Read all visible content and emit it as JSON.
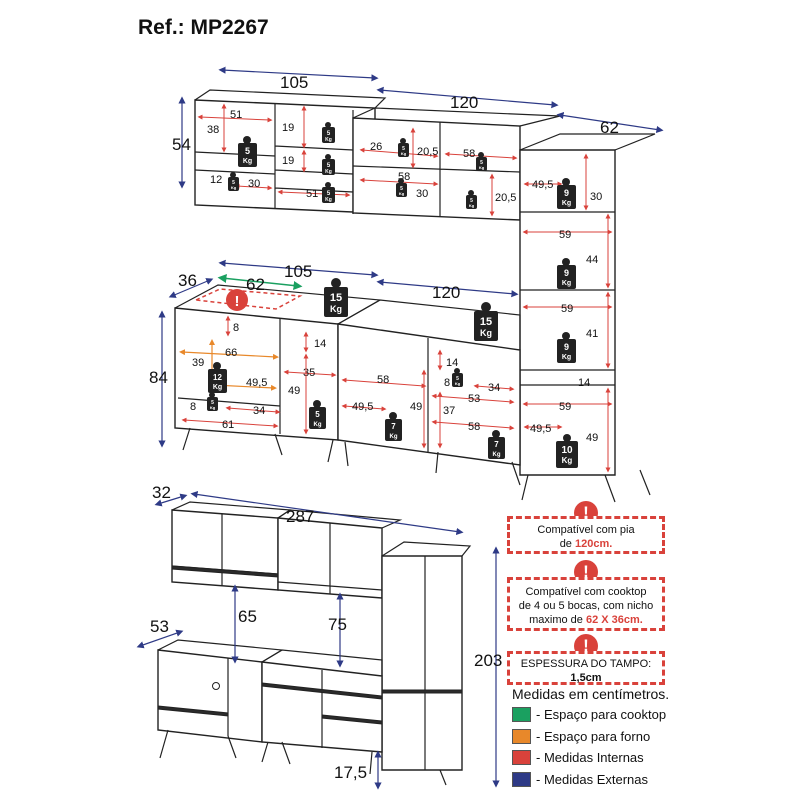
{
  "title": "Ref.: MP2267",
  "top_dims": {
    "w105": "105",
    "w120": "120",
    "w62": "62",
    "h54": "54"
  },
  "top_internal": [
    "51",
    "38",
    "19",
    "19",
    "12",
    "30",
    "51",
    "26",
    "20,5",
    "58",
    "58",
    "30",
    "20,5",
    "49,5",
    "30",
    "59",
    "44",
    "59",
    "41",
    "14",
    "59",
    "49,5",
    "49"
  ],
  "mid_dims": {
    "d36": "36",
    "w62": "62",
    "w105": "105",
    "w120": "120",
    "h84": "84"
  },
  "mid_internal": [
    "8",
    "14",
    "66",
    "39",
    "49,5",
    "8",
    "34",
    "61",
    "35",
    "49",
    "58",
    "49,5",
    "49",
    "14",
    "8",
    "34",
    "53",
    "37",
    "58"
  ],
  "weights": {
    "w5": "5",
    "w7": "7",
    "w9": "9",
    "w10": "10",
    "w15": "15",
    "kg": "Kg"
  },
  "bottom_dims": {
    "d32": "32",
    "w287": "287",
    "h65": "65",
    "h75": "75",
    "d53": "53",
    "h203": "203",
    "h175": "17,5"
  },
  "notes": {
    "n1_line1": "Compatível com pia",
    "n1_line2a": "de ",
    "n1_line2b": "120cm.",
    "n2_line1": "Compatível com cooktop",
    "n2_line2": "de 4 ou 5 bocas, com nicho",
    "n2_line3a": "maximo de ",
    "n2_line3b": "62 X 36cm.",
    "n3_line1": "ESPESSURA DO TAMPO:",
    "n3_line2": "1,5cm",
    "warn_symbol": "!"
  },
  "units_label": "Medidas em centímetros.",
  "legend": [
    {
      "color": "#1aa060",
      "label": "- Espaço para cooktop"
    },
    {
      "color": "#e8882a",
      "label": "- Espaço para forno"
    },
    {
      "color": "#d9423b",
      "label": "- Medidas Internas"
    },
    {
      "color": "#2e3a86",
      "label": "- Medidas Externas"
    }
  ]
}
